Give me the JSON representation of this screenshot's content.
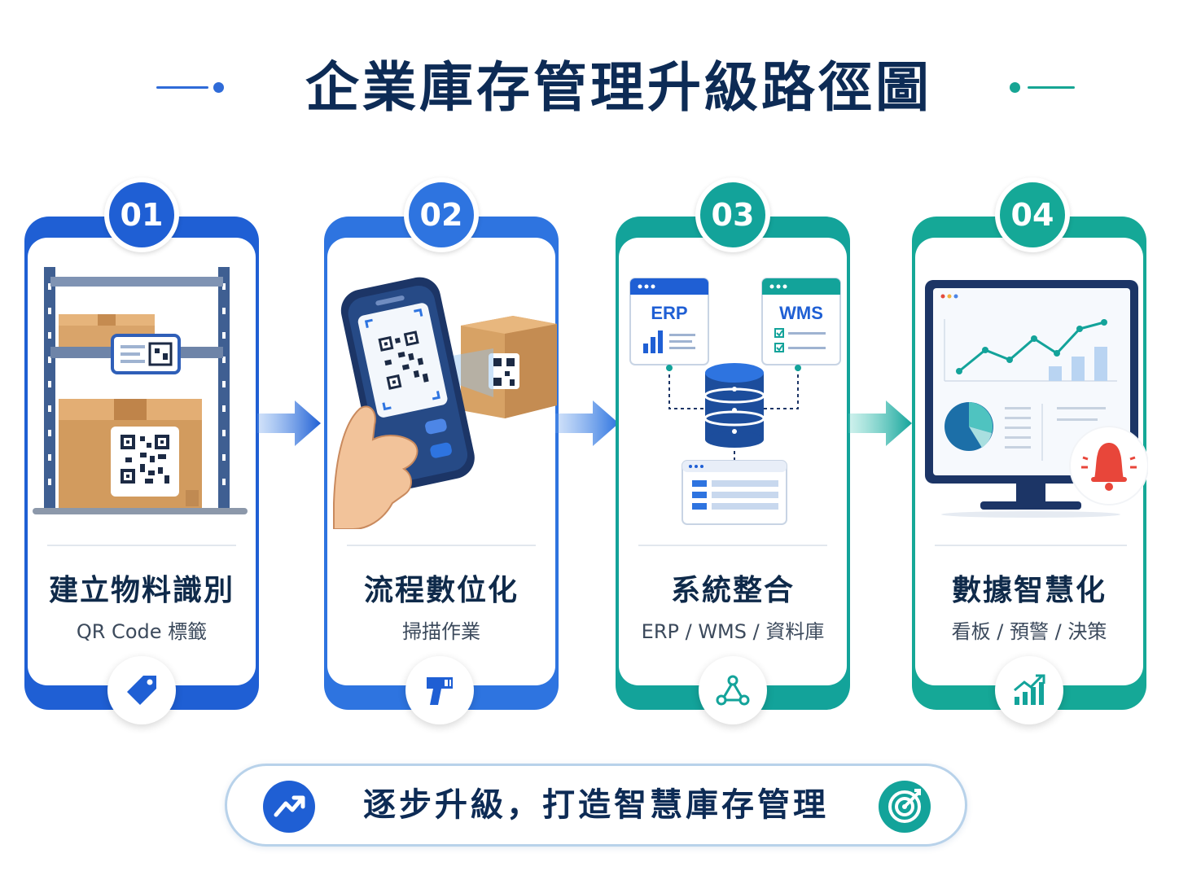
{
  "title": "企業庫存管理升級路徑圖",
  "steps": [
    {
      "number": "01",
      "title": "建立物料識別",
      "subtitle": "QR Code 標籤",
      "color": "#1f5fd4"
    },
    {
      "number": "02",
      "title": "流程數位化",
      "subtitle": "掃描作業",
      "color": "#2e74e0"
    },
    {
      "number": "03",
      "title": "系統整合",
      "subtitle": "ERP / WMS / 資料庫",
      "color": "#13a39a"
    },
    {
      "number": "04",
      "title": "數據智慧化",
      "subtitle": "看板 / 預警 / 決策",
      "color": "#15a897"
    }
  ],
  "illustrations": {
    "erp_label": "ERP",
    "wms_label": "WMS"
  },
  "banner": {
    "text": "逐步升級，打造智慧庫存管理"
  }
}
